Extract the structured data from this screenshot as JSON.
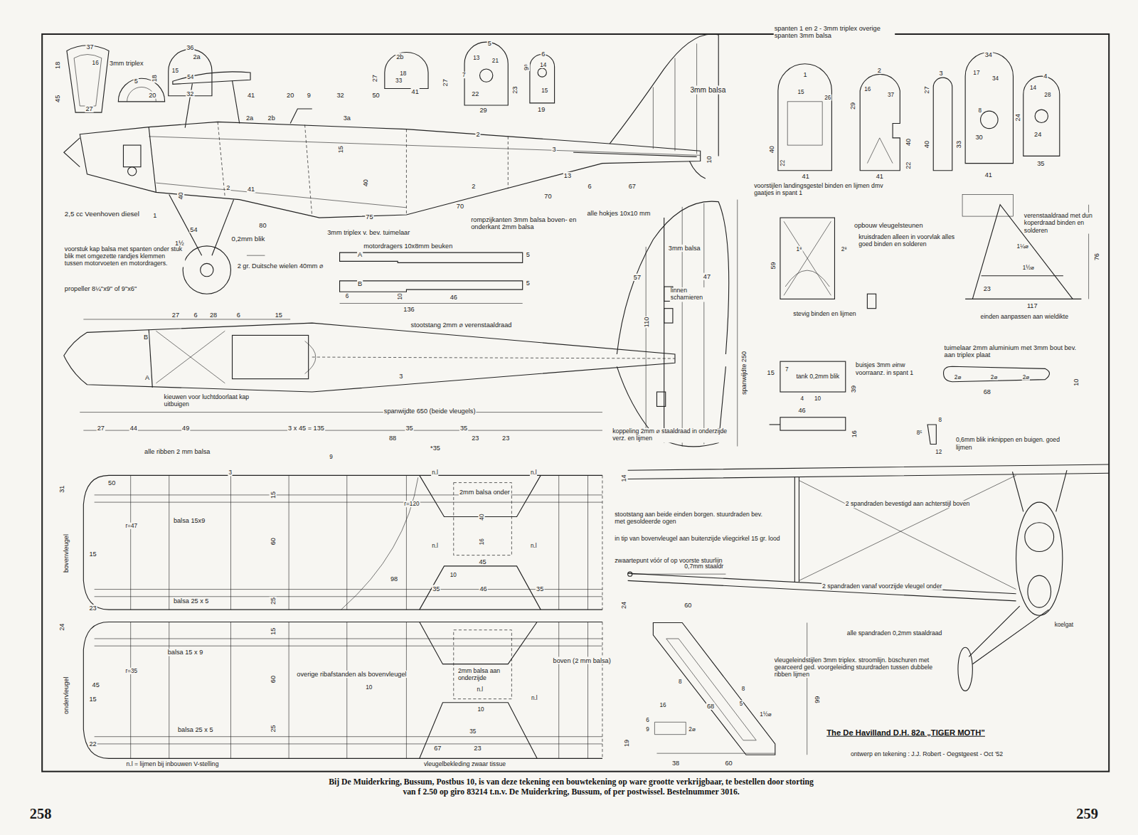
{
  "diagram": {
    "title": "The De Havilland D.H. 82a „TIGER MOTH”",
    "caption": "Bij De Muiderkring, Bussum, Postbus 10, is van deze tekening een bouwtekening op ware grootte verkrijgbaar, te bestellen door storting van f 2.50 op giro 83214 t.n.v. De Muiderkring, Bussum, of per postwissel. Bestelnummer 3016.",
    "labels": [
      "18",
      "37",
      "16",
      "45",
      "27",
      "3mm triplex",
      "5",
      "20",
      "36",
      "2a",
      "15",
      "54",
      "18",
      "32",
      "27",
      "2b",
      "18",
      "33",
      "41",
      "5",
      "13",
      "21",
      "27",
      "7",
      "22",
      "29",
      "9⁵",
      "6",
      "14",
      "23",
      "15",
      "19",
      "3mm balsa",
      "2a",
      "2b",
      "3a",
      "41",
      "20",
      "9",
      "32",
      "50",
      "2",
      "15",
      "3",
      "10",
      "40",
      "2",
      "41",
      "40",
      "2",
      "13",
      "6",
      "67",
      "70",
      "70",
      "75",
      "80",
      "1",
      "54",
      "1½",
      "2,5 cc Veenhoven diesel",
      "0,2mm blik",
      "3mm triplex v. bev. tuimelaar",
      "rompzijkanten 3mm balsa boven- en onderkant 2mm balsa",
      "alle hokjes 10x10 mm",
      "motordragers 10x8mm beuken",
      "A",
      "5",
      "B",
      "5",
      "10",
      "6",
      "46",
      "136",
      "voorstuk kap balsa met spanten onder stuk blik met omgezette randjes klemmen tussen motorvoeten en motordragers.",
      "propeller 8¼\"x9\" of 9\"x6\"",
      "2 gr. Duitsche wielen 40mm ⌀",
      "27",
      "6",
      "28",
      "6",
      "15",
      "B",
      "A",
      "stootstang 2mm ⌀ verenstaaldraad",
      "3",
      "kieuwen voor luchtdoorlaat kap uitbuigen",
      "spanwijdte 650 (beide vleugels)",
      "3mm balsa",
      "57",
      "47",
      "110",
      "linnen scharnieren",
      "spanwijdte 250",
      "koppeling 2mm ⌀ staaldraad in onderzijde verz. en lijmen",
      "spanten 1 en 2 - 3mm triplex overige spanten 3mm balsa",
      "1",
      "15",
      "26",
      "40",
      "22",
      "41",
      "voorstijlen landingsgestel binden en lijmen dmv gaatjes in spant 1",
      "2",
      "16",
      "37",
      "29",
      "40",
      "22",
      "41",
      "3",
      "27",
      "40",
      "34",
      "17",
      "34",
      "8",
      "30",
      "33",
      "41",
      "4",
      "14",
      "28",
      "24",
      "24",
      "35",
      "opbouw vleugelsteunen",
      "kruisdraden alleen in voorvlak alles goed binden en solderen",
      "59",
      "1⁸",
      "2⁸",
      "stevig binden en lijmen",
      "verenstaaldraad met dun koperdraad binden en solderen",
      "76",
      "1¼⌀",
      "1½⌀",
      "23",
      "117",
      "einden aanpassen aan wieldikte",
      "tuimelaar 2mm aluminium met 3mm bout bev. aan triplex plaat",
      "2⌀",
      "2⌀",
      "2⌀",
      "68",
      "10",
      "15",
      "7",
      "tank 0,2mm blik",
      "buisjes 3mm ⌀inw voorraanz. in spant 1",
      "39",
      "4",
      "10",
      "46",
      "16",
      "8",
      "8⁵",
      "12",
      "0,6mm blik inknippen en buigen. goed lijmen",
      "27",
      "44",
      "49",
      "3 x 45 = 135",
      "35",
      "35",
      "88",
      "23",
      "23",
      "alle ribben 2 mm balsa",
      "9",
      "*35",
      "31",
      "50",
      "3",
      "n.l",
      "n.l",
      "2mm balsa onder",
      "r=47",
      "balsa 15x9",
      "r=120",
      "15",
      "60",
      "40",
      "16",
      "n.l",
      "n.l",
      "45",
      "bovenvleugel",
      "15",
      "98",
      "10",
      "35",
      "46",
      "35",
      "25",
      "balsa 25 x 5",
      "23",
      "24",
      "15",
      "balsa 15 x 9",
      "r=35",
      "overige ribafstanden als bovenvleugel",
      "boven (2 mm balsa)",
      "2mm balsa aan onderzijde",
      "60",
      "10",
      "45",
      "ondervleugel",
      "15",
      "n.l",
      "n.l",
      "10",
      "25",
      "balsa 25 x 5",
      "22",
      "35",
      "67",
      "23",
      "n.l = lijmen bij inbouwen V-stelling",
      "vleugelbekleding zwaar tissue",
      "14",
      "stootstang aan beide einden borgen. stuurdraden bev. met gesoldeerde ogen",
      "in tip van bovenvleugel aan buitenzijde vliegcirkel 15 gr. lood",
      "zwaartepunt vóór of op voorste stuurlijn",
      "0,7mm staaldr",
      "2 spandraden bevestigd aan achterstijl boven",
      "2 spandraden vanaf voorzijde vleugel onder",
      "alle spandraden 0,2mm staaldraad",
      "koelgat",
      "24",
      "60",
      "vleugeleindstijlen 3mm triplex. stroomlijn. büschuren met gearceerd ged. voorgeleiding stuurdraden tussen dubbele ribben lijmen",
      "8",
      "8",
      "68",
      "5",
      "1½⌀",
      "99",
      "16",
      "6",
      "9",
      "2⌀",
      "19",
      "38",
      "60",
      "ontwerp en tekening : J.J. Robert - Oegstgeest - Oct '52",
      "258",
      "259"
    ]
  }
}
